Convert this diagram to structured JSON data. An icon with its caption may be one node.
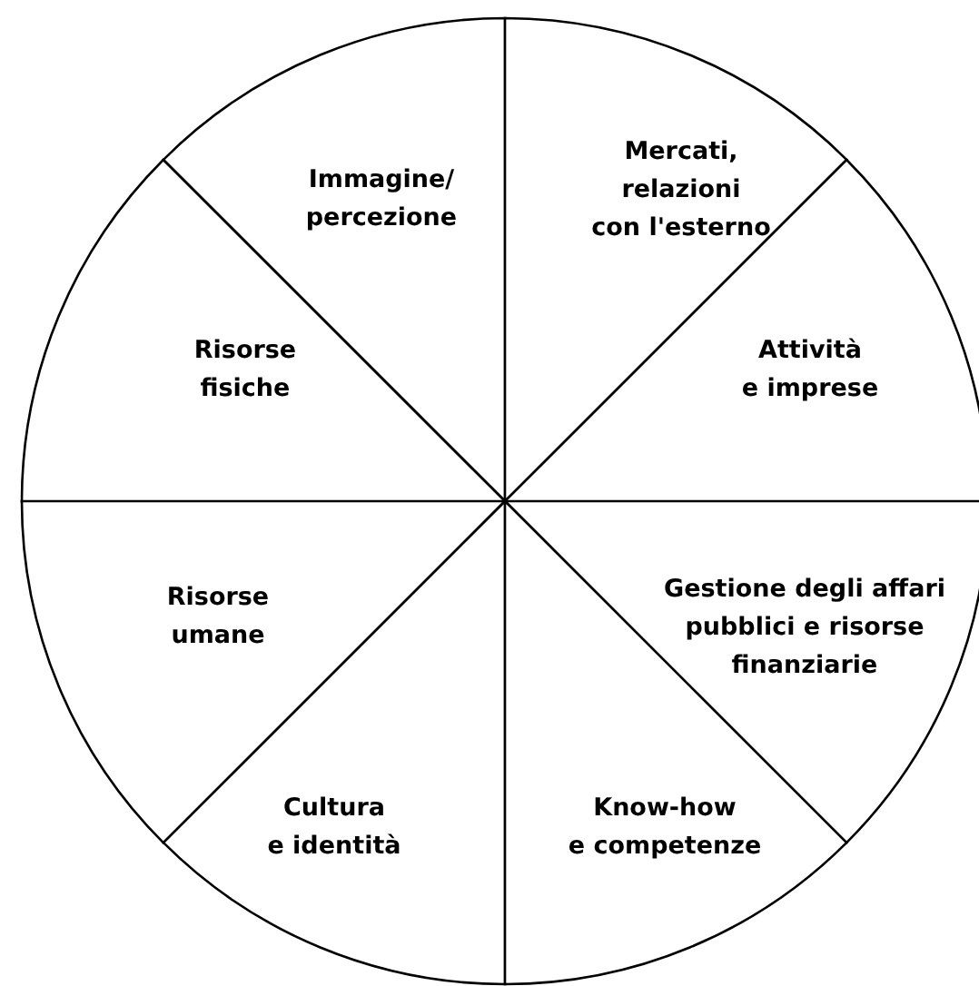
{
  "diagram": {
    "nodes": [
      {
        "text": [
          "Immagine/ percezione"
        ]
      },
      {
        "text": [
          "Mercati, relazioni con l'esterno"
        ]
      },
      {
        "text": [
          "Risorse fisiche"
        ]
      },
      {
        "text": [
          "Attività e imprese"
        ]
      },
      {
        "text": [
          "Gestione degli affari pubblici e risorse finanziarie"
        ]
      },
      {
        "text": [
          "Risorse umane"
        ]
      },
      {
        "text": [
          "Cultura e identità"
        ]
      },
      {
        "text": [
          "Know-how e competenze"
        ]
      }
    ]
  }
}
